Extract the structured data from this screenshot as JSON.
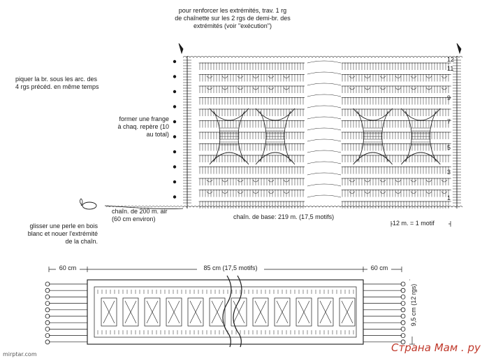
{
  "notes": {
    "top": "pour renforcer les extrémités, trav. 1 rg\nde chaînette sur les 2 rgs de demi-br. des\nextrémités (voir \"exécution\")",
    "left_top": "piquer la br. sous les arc. des\n4 rgs précéd. en même temps",
    "fringe": "former une frange\nà chaq. repère (10\nau total)",
    "chain_air": "chaîn. de 200 m. air\n(60 cm environ)",
    "bead": "glisser une perle en bois\nblanc et nouer l'extrémité\nde la chaîn.",
    "base_chain": "chaîn. de base: 219 m. (17,5 motifs)",
    "motif_repeat": "12 m. = 1 motif"
  },
  "row_numbers": [
    "12",
    "11",
    "9",
    "7",
    "5",
    "3",
    "1"
  ],
  "dimensions": {
    "left": "60 cm",
    "middle": "85 cm (17,5 motifs)",
    "right": "60 cm",
    "height": "9,5 cm (12 rgs)"
  },
  "watermarks": {
    "site_left": "mirptar.com",
    "site_right": "Страна Мам . ру"
  },
  "colors": {
    "ink": "#1a1a1a",
    "watermark_left": "#555555",
    "watermark_right": "#c0392b"
  }
}
